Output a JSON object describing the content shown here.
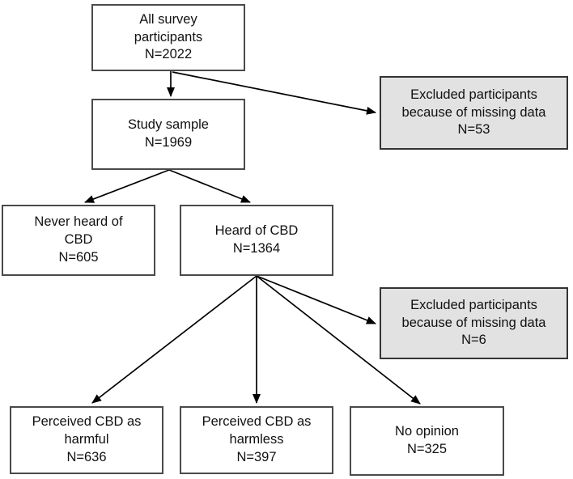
{
  "colors": {
    "box_fill": "#ffffff",
    "excluded_box_fill": "#e2e2e2",
    "box_border": "#4a4a4a",
    "arrow": "#000000",
    "text": "#111111"
  },
  "diagram": {
    "type": "flowchart",
    "nodes": [
      {
        "id": "all-participants",
        "text": "All survey\nparticipants\nN=2022",
        "n": 2022,
        "excluded": false
      },
      {
        "id": "excluded-missing-53",
        "text": "Excluded participants\nbecause of missing data\nN=53",
        "n": 53,
        "excluded": true
      },
      {
        "id": "study-sample",
        "text": "Study sample\nN=1969",
        "n": 1969,
        "excluded": false
      },
      {
        "id": "never-heard-of-cbd",
        "text": "Never heard of\nCBD\nN=605",
        "n": 605,
        "excluded": false
      },
      {
        "id": "heard-of-cbd",
        "text": "Heard of CBD\nN=1364",
        "n": 1364,
        "excluded": false
      },
      {
        "id": "excluded-missing-6",
        "text": "Excluded participants\nbecause of missing data\nN=6",
        "n": 6,
        "excluded": true
      },
      {
        "id": "perceived-cbd-harmful",
        "text": "Perceived CBD as\nharmful\nN=636",
        "n": 636,
        "excluded": false
      },
      {
        "id": "perceived-cbd-harmless",
        "text": "Perceived CBD as\nharmless\nN=397",
        "n": 397,
        "excluded": false
      },
      {
        "id": "no-opinion",
        "text": "No opinion\nN=325",
        "n": 325,
        "excluded": false
      }
    ],
    "edges": [
      {
        "from": "all-participants",
        "to": "study-sample"
      },
      {
        "from": "all-participants",
        "to": "excluded-missing-53"
      },
      {
        "from": "study-sample",
        "to": "never-heard-of-cbd"
      },
      {
        "from": "study-sample",
        "to": "heard-of-cbd"
      },
      {
        "from": "heard-of-cbd",
        "to": "excluded-missing-6"
      },
      {
        "from": "heard-of-cbd",
        "to": "perceived-cbd-harmful"
      },
      {
        "from": "heard-of-cbd",
        "to": "perceived-cbd-harmless"
      },
      {
        "from": "heard-of-cbd",
        "to": "no-opinion"
      }
    ]
  }
}
